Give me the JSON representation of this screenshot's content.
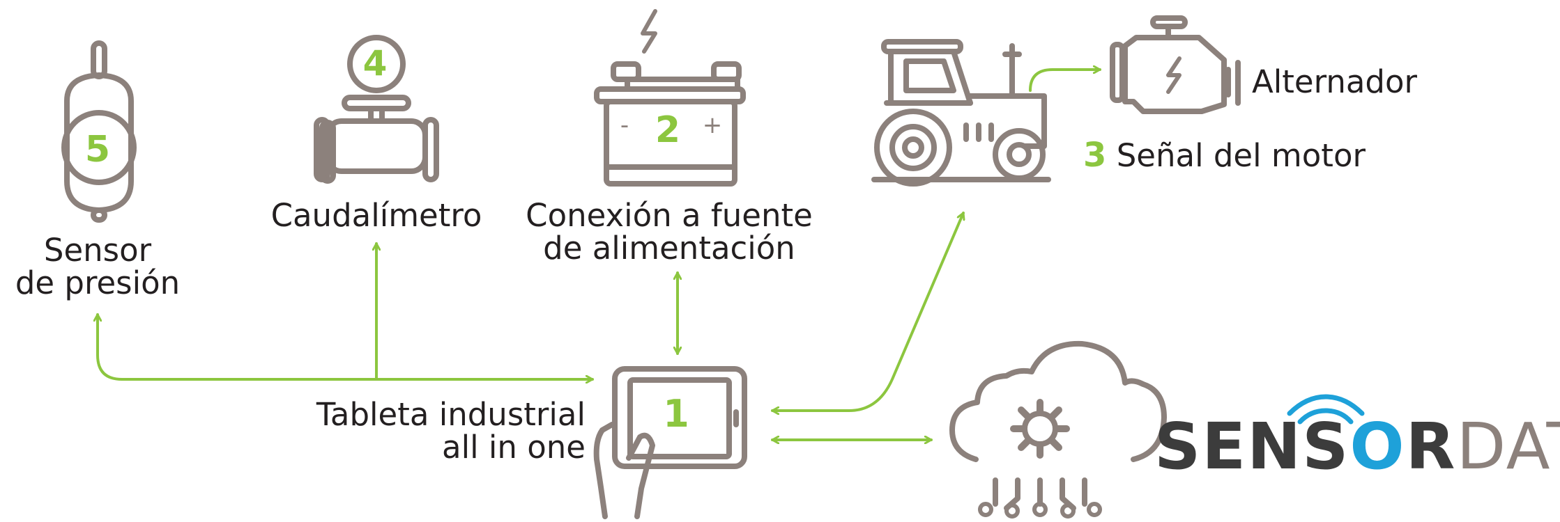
{
  "colors": {
    "icon": "#8c817c",
    "accent": "#8cc63f",
    "text": "#231f20",
    "brand_dark": "#3c3c3c",
    "brand_light": "#8c817c",
    "brand_blue": "#1ea1d9"
  },
  "nodes": {
    "pressure_sensor": {
      "number": "5",
      "label_line1": "Sensor",
      "label_line2": "de presión",
      "icon": "pressure-sensor-icon"
    },
    "flowmeter": {
      "number": "4",
      "label": "Caudalímetro",
      "icon": "flowmeter-icon"
    },
    "power": {
      "number": "2",
      "minus": "-",
      "plus": "+",
      "label_line1": "Conexión a fuente",
      "label_line2": "de alimentación",
      "icon": "battery-icon"
    },
    "tractor": {
      "icon": "tractor-icon"
    },
    "alternator": {
      "label": "Alternador",
      "icon": "engine-icon"
    },
    "engine_signal": {
      "number": "3",
      "label": "Señal del motor"
    },
    "tablet": {
      "number": "1",
      "label_line1": "Tableta industrial",
      "label_line2": "all in one",
      "icon": "tablet-icon"
    },
    "cloud": {
      "icon": "cloud-gear-icon"
    }
  },
  "brand": {
    "part1": "SENS",
    "part2": "O",
    "part3": "R",
    "part4": "DATA"
  }
}
